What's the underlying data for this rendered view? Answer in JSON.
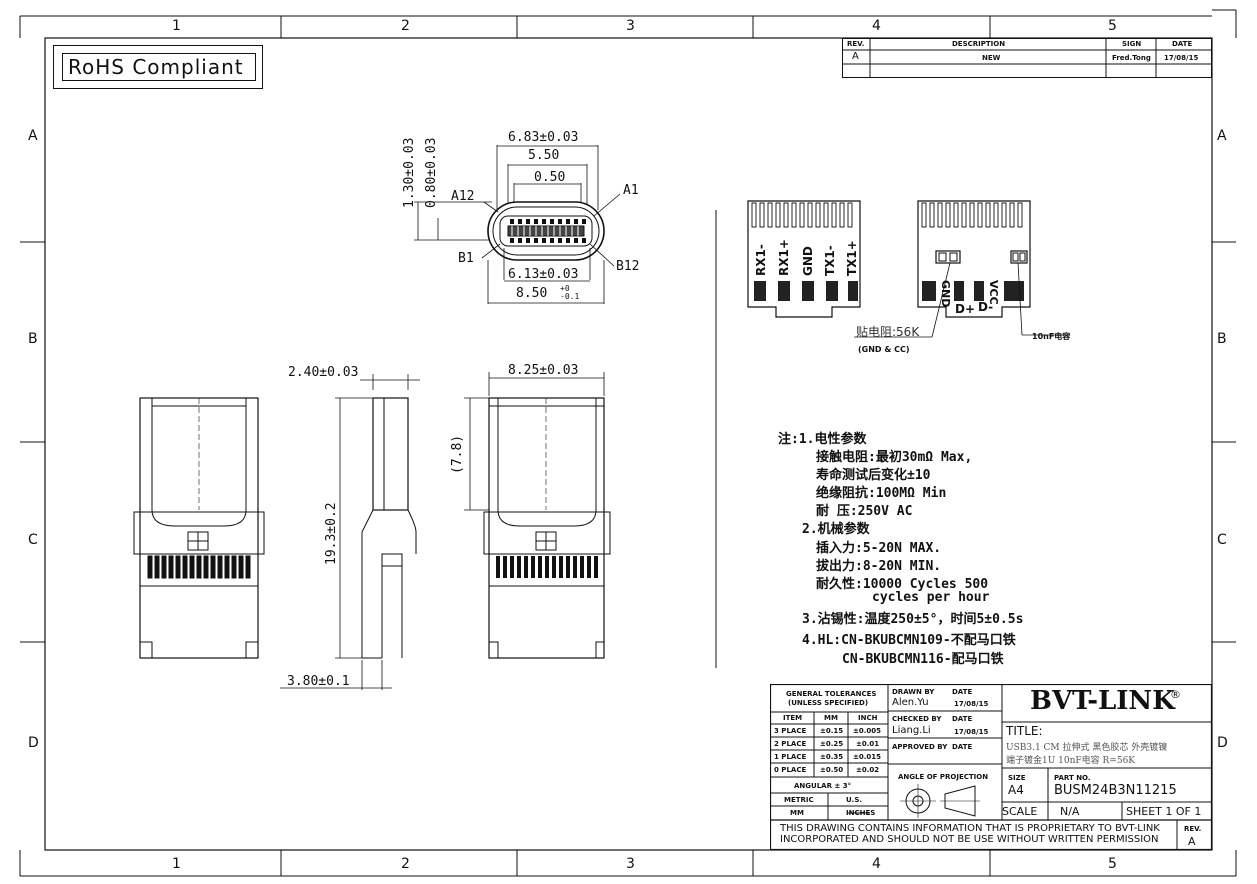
{
  "grid": {
    "columns": [
      "1",
      "2",
      "3",
      "4",
      "5"
    ],
    "rows": [
      "A",
      "B",
      "C",
      "D"
    ]
  },
  "rohs": "RoHS Compliant",
  "revision_table": {
    "headers": [
      "REV.",
      "DESCRIPTION",
      "SIGN",
      "DATE"
    ],
    "row": [
      "A",
      "NEW",
      "Fred.Tong",
      "17/08/15"
    ]
  },
  "dimensions": {
    "d1": "6.83±0.03",
    "d2": "5.50",
    "d3": "0.50",
    "d4": "1.30±0.03",
    "d5": "0.80±0.03",
    "d6": "6.13±0.03",
    "d7": "8.50",
    "d7_tol_top": "+0",
    "d7_tol_bot": "-0.1",
    "a12": "A12",
    "a1": "A1",
    "b1": "B1",
    "b12": "B12",
    "side_w": "2.40±0.03",
    "side_len": "19.3±0.2",
    "side_bottom": "3.80±0.1",
    "top_w": "8.25±0.03",
    "top_len": "(7.8)"
  },
  "pcb": {
    "left_pins": [
      "RX1-",
      "RX1+",
      "GND",
      "TX1-",
      "TX1+"
    ],
    "right_labels": [
      "GND",
      "VCC",
      "D+",
      "D-"
    ],
    "resistor_note": "贴电阻:56K",
    "gnd_cc": "(GND & CC)",
    "cap_note": "10nF电容"
  },
  "notes": [
    "注:1.电性参数",
    "接触电阻:最初30mΩ Max,",
    "寿命测试后变化±10",
    "绝缘阻抗:100MΩ Min",
    "耐    压:250V AC",
    "2.机械参数",
    "插入力:5-20N MAX.",
    "拔出力:8-20N MIN.",
    "耐久性:10000 Cycles 500",
    "cycles per hour",
    "3.沾锡性:温度250±5°，时间5±0.5s",
    "4.HL:CN-BKUBCMN109-不配马口铁",
    "CN-BKUBCMN116-配马口铁"
  ],
  "title_block": {
    "tol_title1": "GENERAL TOLERANCES",
    "tol_title2": "(UNLESS SPECIFIED)",
    "tol_headers": [
      "ITEM",
      "MM",
      "INCH"
    ],
    "tol_rows": [
      [
        "3 PLACE",
        "±0.15",
        "±0.005"
      ],
      [
        "2 PLACE",
        "±0.25",
        "±0.01"
      ],
      [
        "1 PLACE",
        "±0.35",
        "±0.015"
      ],
      [
        "0 PLACE",
        "±0.50",
        "±0.02"
      ]
    ],
    "angular": "ANGULAR ± 3°",
    "metric": "METRIC",
    "us": "U.S.",
    "mm": "MM",
    "inches": "INCHES",
    "drawn_by": "DRAWN BY",
    "drawn_name": "Alen.Yu",
    "date_lbl": "DATE",
    "drawn_date": "17/08/15",
    "checked_by": "CHECKED BY",
    "checked_name": "Liang.Li",
    "checked_date": "17/08/15",
    "approved_by": "APPROVED BY",
    "angle_proj": "ANGLE OF PROJECTION",
    "company": "BVT-LINK",
    "title_lbl": "TITLE:",
    "title_line1": "USB3.1 CM 拉伸式 黑色胶芯 外壳镀镍",
    "title_line2": "端子镀金1U 10nF电容 R=56K",
    "size_lbl": "SIZE",
    "size_val": "A4",
    "part_lbl": "PART NO.",
    "part_val": "BUSM24B3N11215",
    "scale_lbl": "SCALE",
    "scale_val": "N/A",
    "sheet": "SHEET 1 OF 1",
    "disclaimer1": "THIS DRAWING CONTAINS INFORMATION THAT IS PROPRIETARY TO BVT-LINK",
    "disclaimer2": "INCORPORATED AND SHOULD NOT BE USE WITHOUT WRITTEN PERMISSION",
    "rev_lbl": "REV.",
    "rev_val": "A"
  }
}
